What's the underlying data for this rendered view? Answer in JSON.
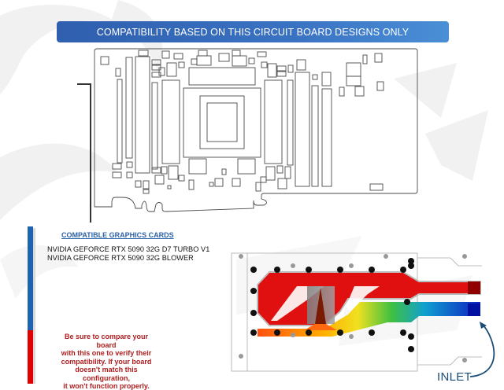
{
  "banner": {
    "title": "COMPATIBILITY BASED ON THIS CIRCUIT BOARD DESIGNS ONLY",
    "gradient_start": "#2f5fae",
    "gradient_end": "#4a8fd6"
  },
  "board_diagram": {
    "description": "Circuit board outline drawing of graphics card PCB",
    "stroke_color": "#444444"
  },
  "compatibility": {
    "title": "COMPATIBLE GRAPHICS CARDS",
    "cards": [
      "NVIDIA GEFORCE RTX 5090 32G D7 TURBO V1",
      "NVIDIA GEFORCE RTX 5090 32G BLOWER"
    ],
    "accent_blue": "#1e63b0",
    "accent_red": "#e00000"
  },
  "warning": {
    "lines": [
      "Be sure to compare your board",
      "with this one to verify their",
      "compatibility. If your board",
      "doesn't match this configuration,",
      "it won't function properly."
    ],
    "color": "#b01e1e"
  },
  "waterblock": {
    "description": "Water block flow diagram with thermal gradient",
    "hot_color": "#e01010",
    "cold_color": "#1020c0"
  },
  "inlet": {
    "label": "INLET",
    "color": "#1a4d78"
  }
}
